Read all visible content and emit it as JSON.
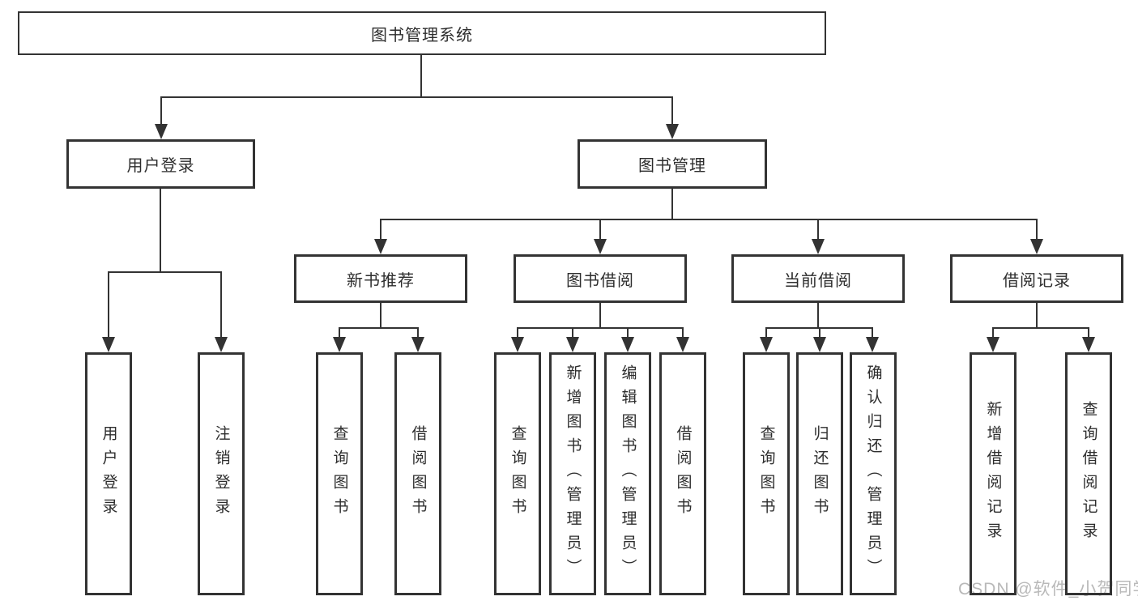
{
  "diagram": {
    "root": {
      "label": "图书管理系统"
    },
    "level2": [
      {
        "label": "用户登录"
      },
      {
        "label": "图书管理"
      }
    ],
    "level3": [
      {
        "label": "新书推荐"
      },
      {
        "label": "图书借阅"
      },
      {
        "label": "当前借阅"
      },
      {
        "label": "借阅记录"
      }
    ],
    "leaves": {
      "user_login": [
        "用户登录",
        "注销登录"
      ],
      "new_book_recommend": [
        "查询图书",
        "借阅图书"
      ],
      "book_borrow": [
        "查询图书",
        "新增图书（管理员）",
        "编辑图书（管理员）",
        "借阅图书"
      ],
      "current_borrow": [
        "查询图书",
        "归还图书",
        "确认归还（管理员）"
      ],
      "borrow_records": [
        "新增借阅记录",
        "查询借阅记录"
      ]
    },
    "watermark": "CSDN @软件_小贺同学",
    "colors": {
      "line": "#333333",
      "text": "#2d2d2d",
      "watermark": "#b9b9b9",
      "background": "#ffffff"
    }
  }
}
